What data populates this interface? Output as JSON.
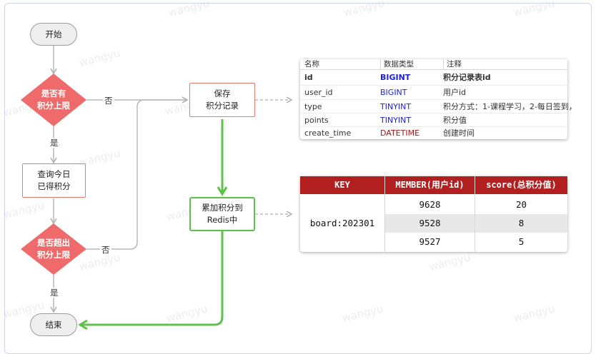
{
  "watermark_text": "wangyu",
  "flow": {
    "start": "开始",
    "end": "结束",
    "decision1": [
      "是否有",
      "积分上限"
    ],
    "decision2": [
      "是否超出",
      "积分上限"
    ],
    "query_today": [
      "查询今日",
      "已得积分"
    ],
    "save_record": [
      "保存",
      "积分记录"
    ],
    "add_redis": [
      "累加积分到",
      "Redis中"
    ],
    "yes_label": "是",
    "no_label": "否"
  },
  "fields_table": {
    "headers": [
      "名称",
      "数据类型",
      "注释"
    ],
    "rows": [
      {
        "name": "id",
        "type": "BIGINT",
        "comment": "积分记录表id",
        "bold": true,
        "type_color": "#1d24d9"
      },
      {
        "name": "user_id",
        "type": "BIGINT",
        "comment": "用户id",
        "bold": false,
        "type_color": "#1d24d9"
      },
      {
        "name": "type",
        "type": "TINYINT",
        "comment": "积分方式：1-课程学习，2-每日签到，",
        "bold": false,
        "type_color": "#1d24d9"
      },
      {
        "name": "points",
        "type": "TINYINT",
        "comment": "积分值",
        "bold": false,
        "type_color": "#1d24d9"
      },
      {
        "name": "create_time",
        "type": "DATETIME",
        "comment": "创建时间",
        "bold": false,
        "type_color": "#a11616"
      }
    ]
  },
  "redis_table": {
    "headers": [
      "KEY",
      "MEMBER(用户id)",
      "score(总积分值)"
    ],
    "key": "board:202301",
    "rows": [
      {
        "member": "9628",
        "score": "20"
      },
      {
        "member": "9528",
        "score": "8"
      },
      {
        "member": "9527",
        "score": "5"
      }
    ]
  },
  "colors": {
    "decision_fill": "#ef6b6b",
    "green_line": "#5cc24a",
    "gray_line": "#b8b8b8",
    "redis_header": "#b11f1e"
  }
}
